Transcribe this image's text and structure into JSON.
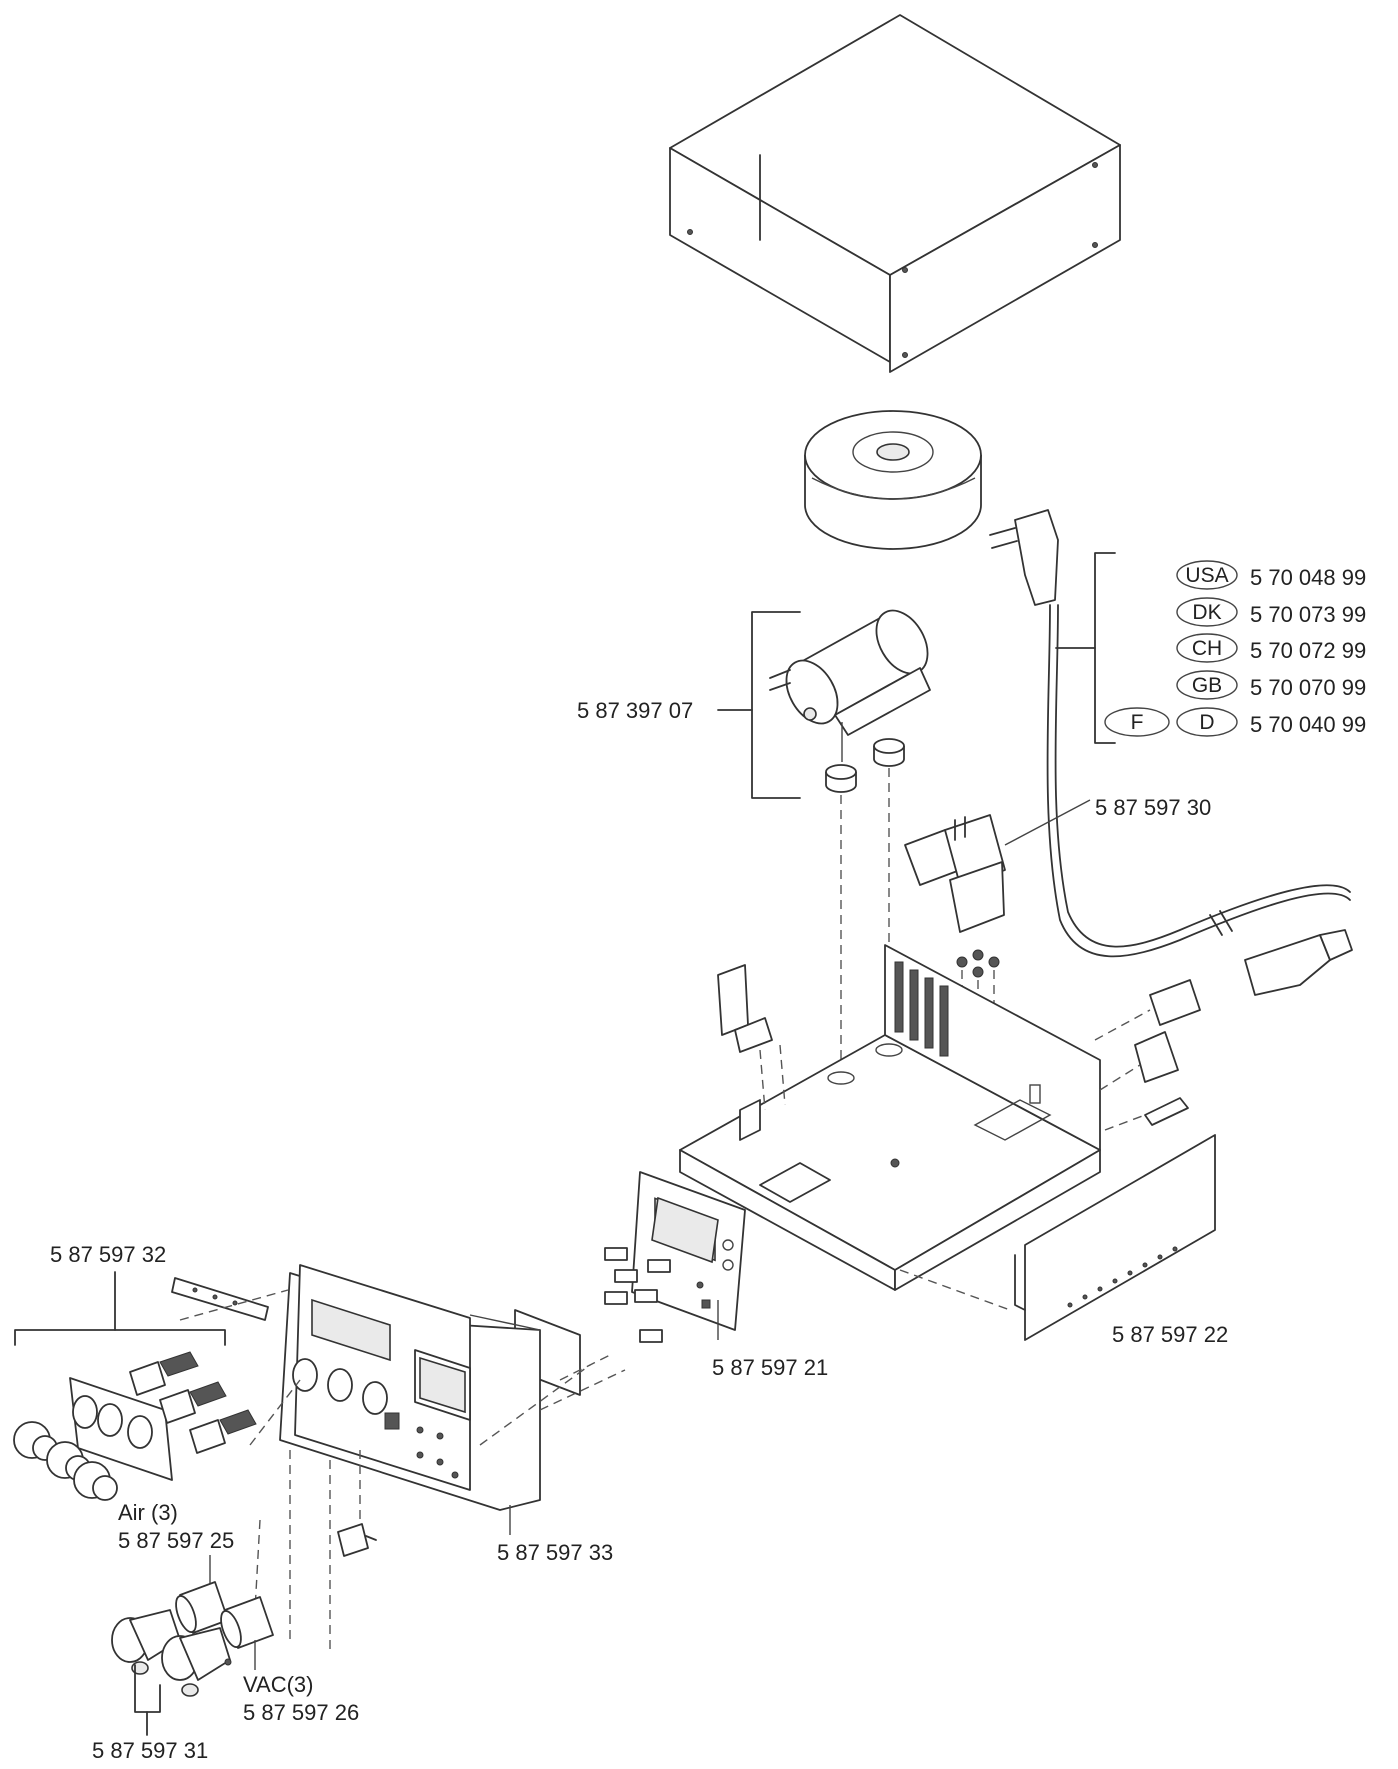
{
  "labels": {
    "motor": "5 87 397 07",
    "pump": "5 87 597 30",
    "label_plate": "5 87 597 32",
    "pcb": "5 87 597 21",
    "side_panel": "5 87 597 22",
    "front_panel": "5 87 597 33",
    "air_title": "Air (3)",
    "air_part": "5 87 597 25",
    "vac_title": "VAC(3)",
    "vac_part": "5 87 597 26",
    "couplings": "5 87 597 31"
  },
  "power_cords": [
    {
      "codes": [
        "USA"
      ],
      "part": "5 70 048 99"
    },
    {
      "codes": [
        "DK"
      ],
      "part": "5 70 073 99"
    },
    {
      "codes": [
        "CH"
      ],
      "part": "5 70 072 99"
    },
    {
      "codes": [
        "GB"
      ],
      "part": "5 70 070 99"
    },
    {
      "codes": [
        "F",
        "D"
      ],
      "part": "5 70 040 99"
    }
  ]
}
